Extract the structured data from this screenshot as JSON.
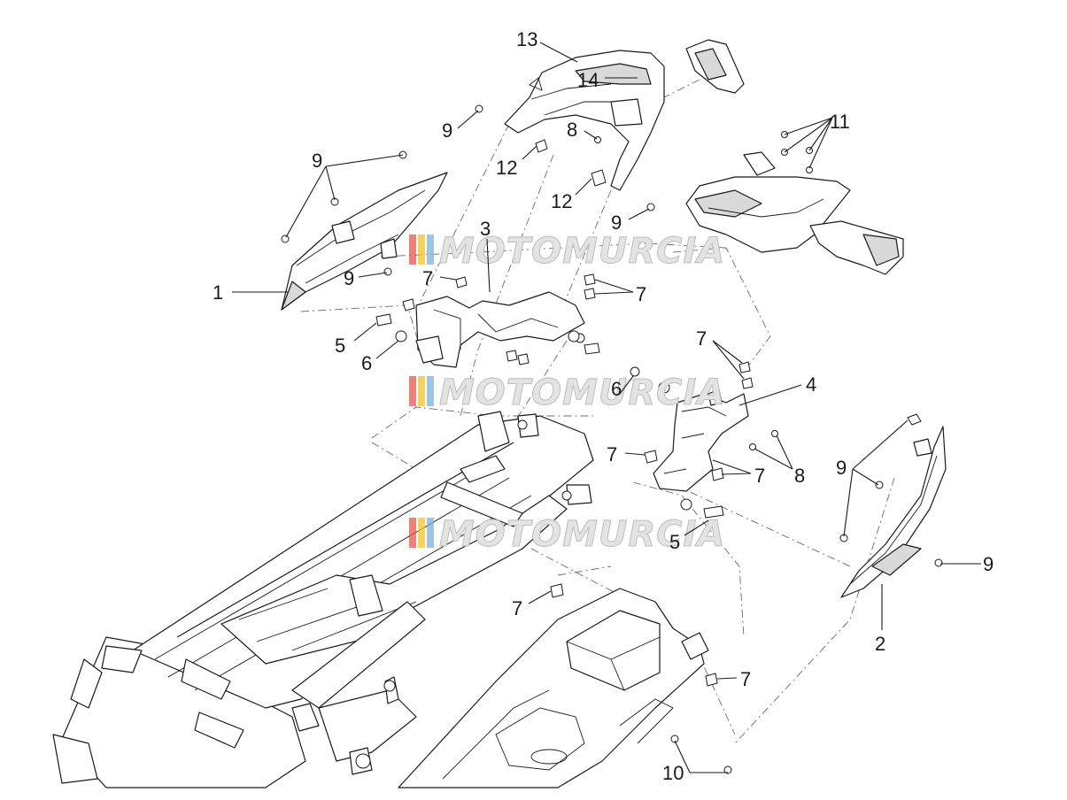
{
  "watermark": {
    "text": "MOTOMURCIA",
    "stripe_colors": [
      "#e8574a",
      "#f2c12e",
      "#7fb0d8"
    ]
  },
  "callouts": [
    {
      "id": "c1",
      "label": "1"
    },
    {
      "id": "c2",
      "label": "2"
    },
    {
      "id": "c3",
      "label": "3"
    },
    {
      "id": "c4",
      "label": "4"
    },
    {
      "id": "c5a",
      "label": "5"
    },
    {
      "id": "c5b",
      "label": "5"
    },
    {
      "id": "c6a",
      "label": "6"
    },
    {
      "id": "c6b",
      "label": "6"
    },
    {
      "id": "c7a",
      "label": "7"
    },
    {
      "id": "c7b",
      "label": "7"
    },
    {
      "id": "c7c",
      "label": "7"
    },
    {
      "id": "c7d",
      "label": "7"
    },
    {
      "id": "c7e",
      "label": "7"
    },
    {
      "id": "c7f",
      "label": "7"
    },
    {
      "id": "c7g",
      "label": "7"
    },
    {
      "id": "c8a",
      "label": "8"
    },
    {
      "id": "c8b",
      "label": "8"
    },
    {
      "id": "c9a",
      "label": "9"
    },
    {
      "id": "c9b",
      "label": "9"
    },
    {
      "id": "c9c",
      "label": "9"
    },
    {
      "id": "c9d",
      "label": "9"
    },
    {
      "id": "c9e",
      "label": "9"
    },
    {
      "id": "c9f",
      "label": "9"
    },
    {
      "id": "c10",
      "label": "10"
    },
    {
      "id": "c11",
      "label": "11"
    },
    {
      "id": "c12a",
      "label": "12"
    },
    {
      "id": "c12b",
      "label": "12"
    },
    {
      "id": "c13",
      "label": "13"
    },
    {
      "id": "c14",
      "label": "14"
    }
  ]
}
